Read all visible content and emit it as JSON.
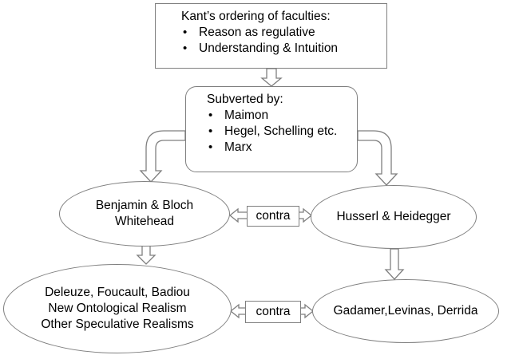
{
  "top_box": {
    "heading": "Kant’s ordering of faculties:",
    "items": [
      "Reason as regulative",
      "Understanding & Intuition"
    ]
  },
  "subverted_box": {
    "heading": "Subverted by:",
    "items": [
      "Maimon",
      "Hegel, Schelling etc.",
      "Marx"
    ]
  },
  "left_mid": {
    "lines": [
      "Benjamin & Bloch",
      "Whitehead"
    ]
  },
  "right_mid": {
    "lines": [
      "Husserl & Heidegger"
    ]
  },
  "left_bottom": {
    "lines": [
      "Deleuze, Foucault, Badiou",
      "New Ontological Realism",
      "Other Speculative Realisms"
    ]
  },
  "right_bottom": {
    "lines": [
      "Gadamer,Levinas, Derrida"
    ]
  },
  "contra_mid": "contra",
  "contra_bottom": "contra",
  "colors": {
    "border": "#7f7f7f",
    "fill": "#ffffff",
    "text": "#000000"
  }
}
